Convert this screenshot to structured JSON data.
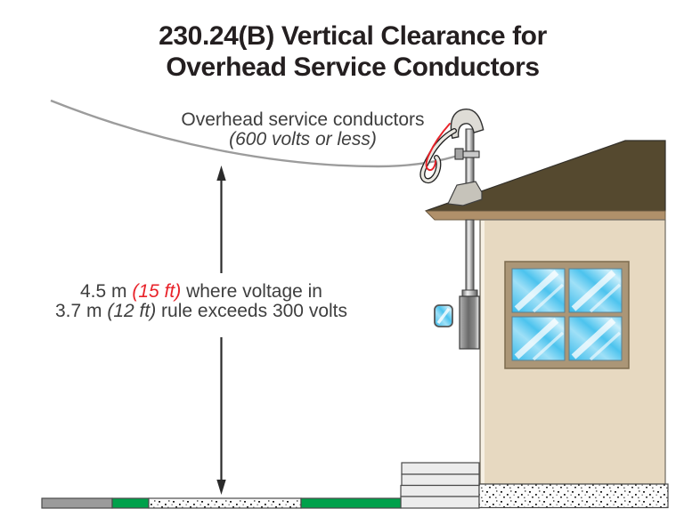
{
  "title": {
    "line1": "230.24(B) Vertical Clearance for",
    "line2": "Overhead Service Conductors"
  },
  "conductor_label": {
    "line1": "Overhead service conductors",
    "line2": "(600 volts or less)"
  },
  "clearance_note": {
    "line1_metric": "4.5 m",
    "line1_imperial": " (15 ft) ",
    "line1_text": "where voltage in",
    "line2_metric": "3.7 m",
    "line2_imperial": " (12 ft) ",
    "line2_text": "rule exceeds 300 volts"
  },
  "colors": {
    "title_text": "#241f20",
    "body_text": "#3e3e3e",
    "highlight_red": "#e8232a",
    "wire_gray": "#9c9c9c",
    "arrow_black": "#2b2b2b",
    "roof_brown": "#55492f",
    "fascia_tan": "#b0906a",
    "wall_tan": "#e7d9c1",
    "window_frame_tan": "#ab9677",
    "glass_blue": "#54c6ef",
    "grass_green": "#00a14b",
    "road_gray": "#9b9b9b",
    "concrete_white": "#fcfcfc"
  }
}
